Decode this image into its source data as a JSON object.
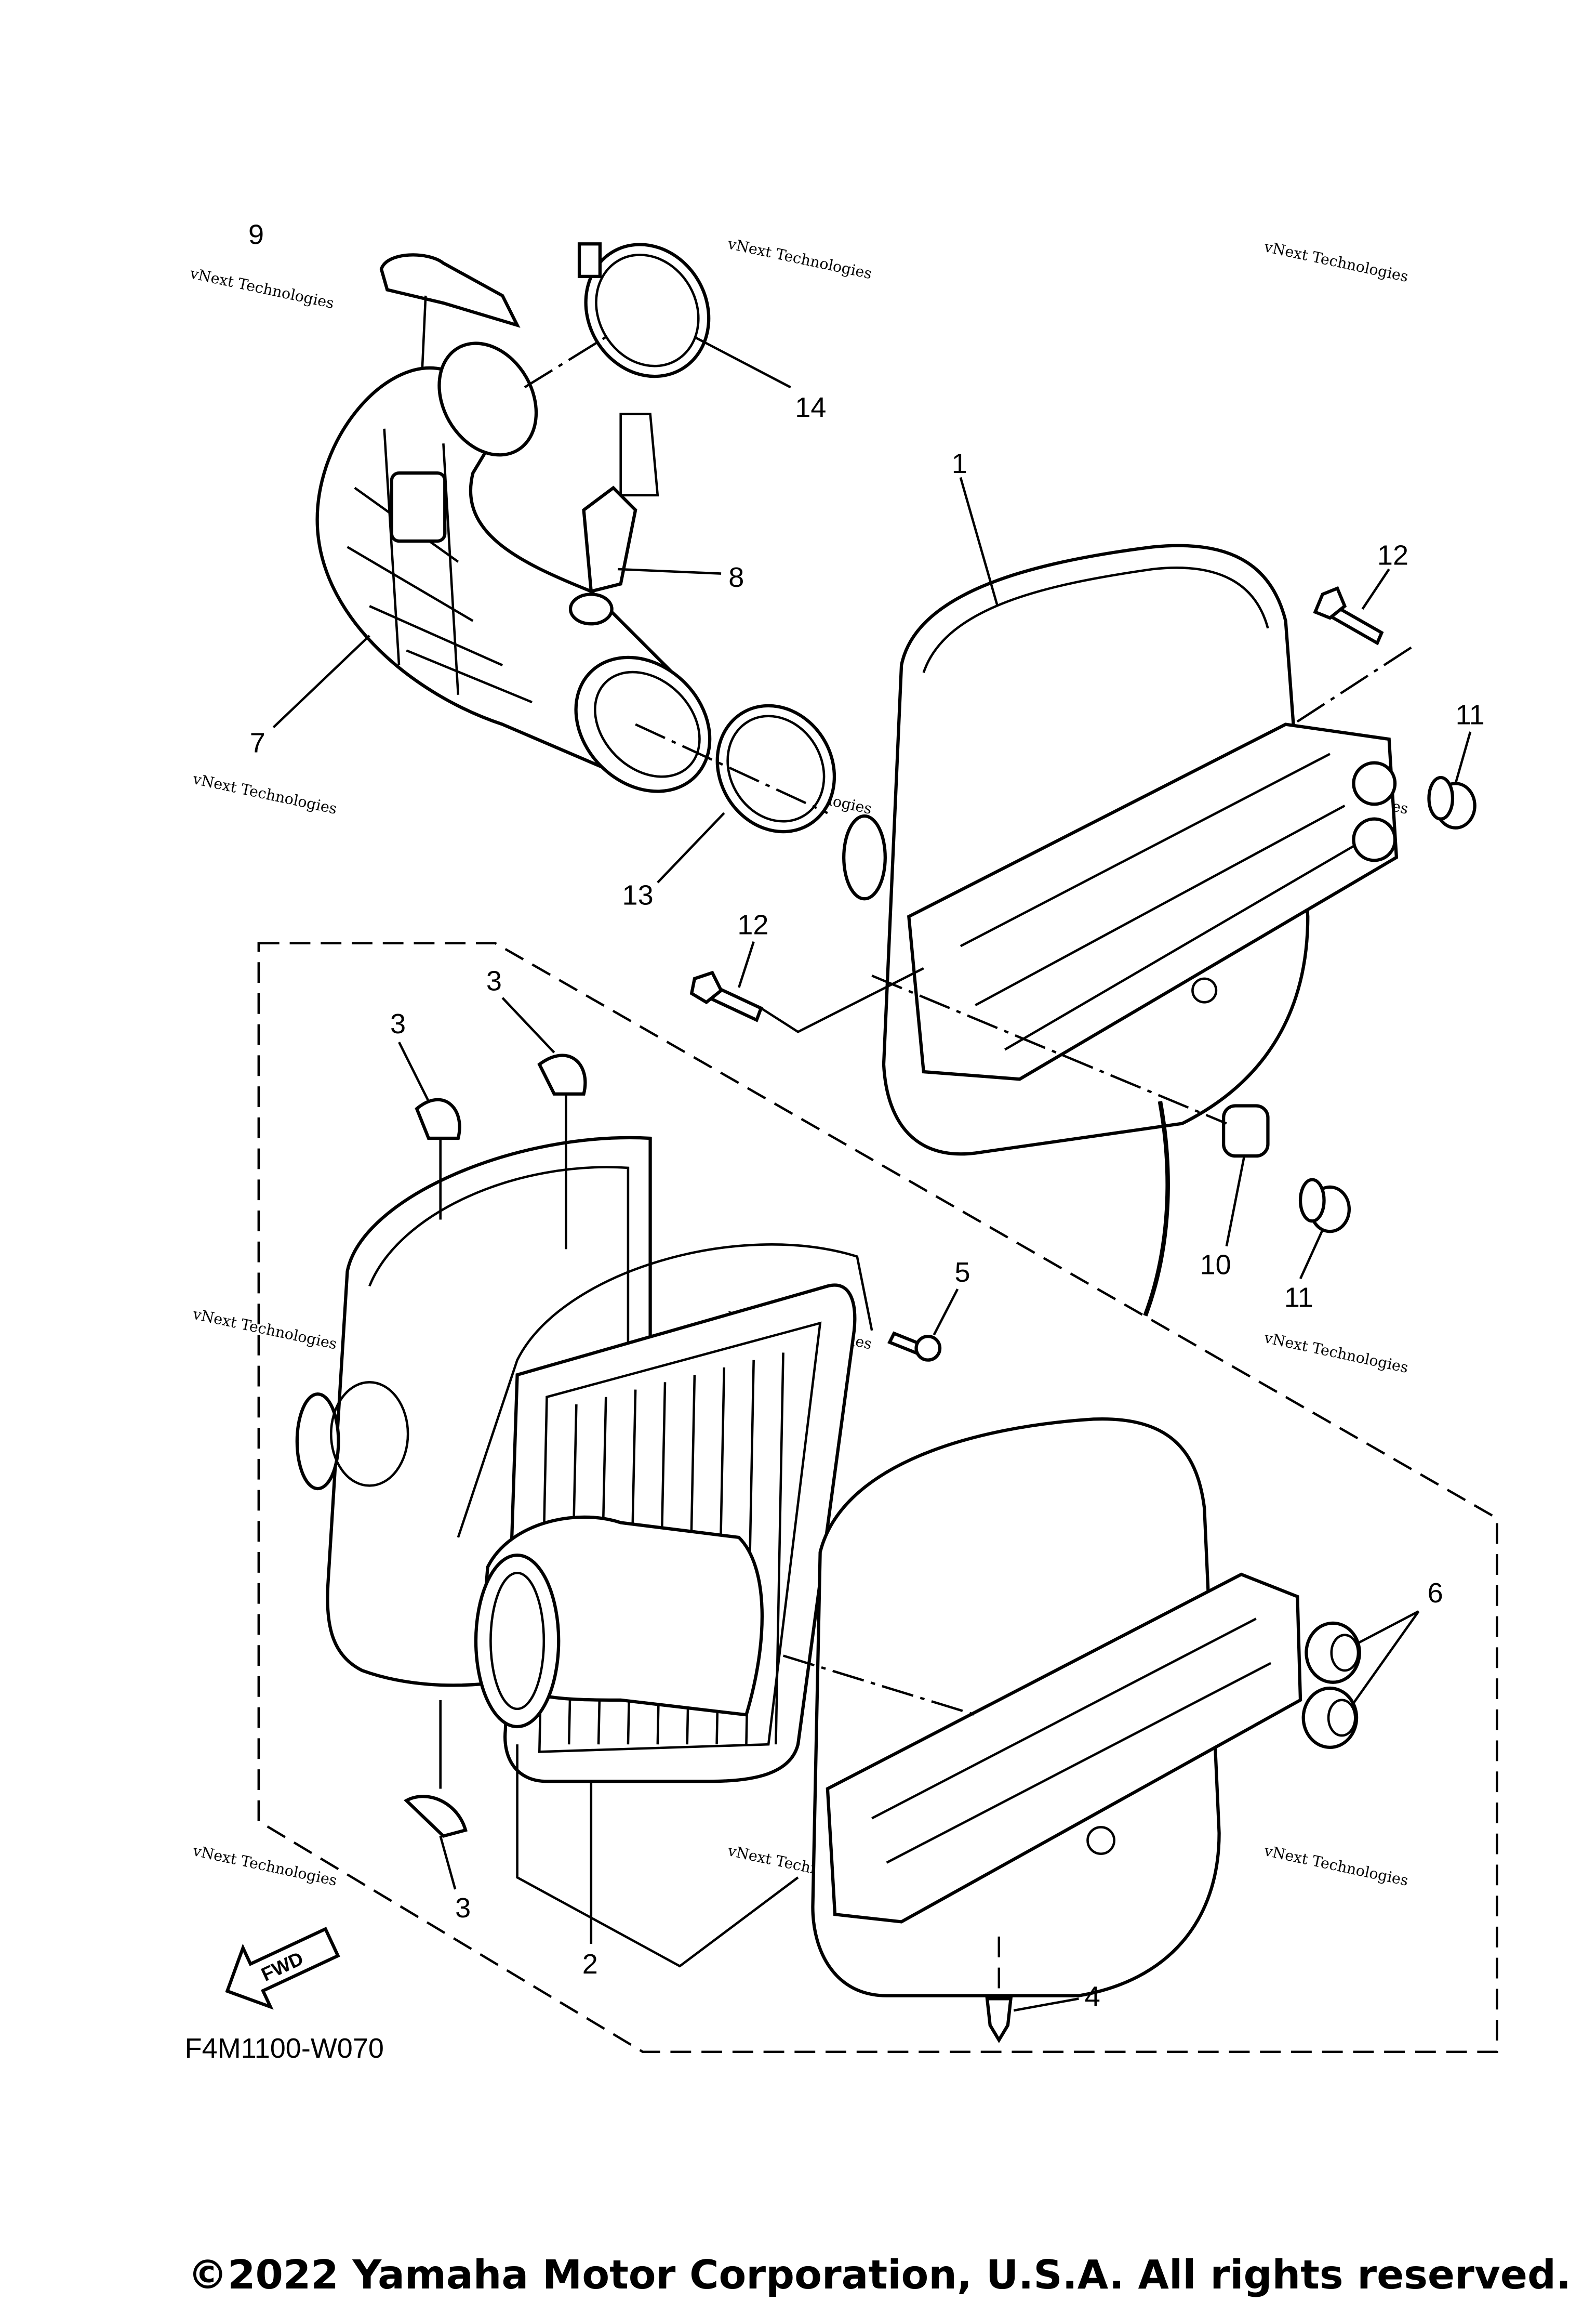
{
  "diagram": {
    "drawing_code": "F4M1100-W070",
    "copyright": "©2022 Yamaha Motor Corporation, U.S.A. All rights reserved.",
    "fwd_label": "FWD",
    "watermark": {
      "line1": "vNext Technologies",
      "line2a": "vNext",
      "line2b": "Technologies"
    },
    "callouts": [
      {
        "id": "c9",
        "label": "9"
      },
      {
        "id": "c14",
        "label": "14"
      },
      {
        "id": "c1",
        "label": "1"
      },
      {
        "id": "c12a",
        "label": "12"
      },
      {
        "id": "c8",
        "label": "8"
      },
      {
        "id": "c11a",
        "label": "11"
      },
      {
        "id": "c7",
        "label": "7"
      },
      {
        "id": "c13",
        "label": "13"
      },
      {
        "id": "c12b",
        "label": "12"
      },
      {
        "id": "c3a",
        "label": "3"
      },
      {
        "id": "c3b",
        "label": "3"
      },
      {
        "id": "c10",
        "label": "10"
      },
      {
        "id": "c11b",
        "label": "11"
      },
      {
        "id": "c5",
        "label": "5"
      },
      {
        "id": "c6",
        "label": "6"
      },
      {
        "id": "c3c",
        "label": "3"
      },
      {
        "id": "c2",
        "label": "2"
      },
      {
        "id": "c4",
        "label": "4"
      }
    ]
  }
}
